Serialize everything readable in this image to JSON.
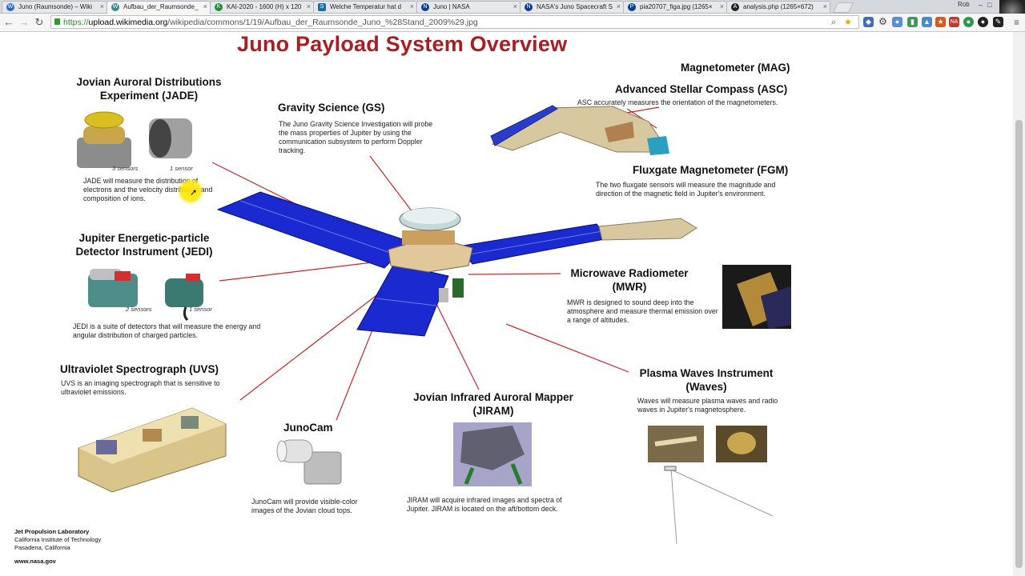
{
  "browser": {
    "tabs": [
      {
        "label": "Juno (Raumsonde) – Wiki",
        "favicon": "W"
      },
      {
        "label": "Aufbau_der_Raumsonde_",
        "favicon": "W"
      },
      {
        "label": "KAI-2020 - 1600 (H) x 120",
        "favicon": "K"
      },
      {
        "label": "Welche Temperatur hat d",
        "favicon": "S"
      },
      {
        "label": "Juno | NASA",
        "favicon": "N"
      },
      {
        "label": "NASA's Juno Spacecraft S",
        "favicon": "N"
      },
      {
        "label": "pia20707_figa.jpg (1265×",
        "favicon": "P"
      },
      {
        "label": "analysis.php (1265×672)",
        "favicon": "A"
      }
    ],
    "active_tab": 1,
    "profile_name": "Rob",
    "url_scheme": "https://",
    "url_host": "upload.wikimedia.org",
    "url_path": "/wikipedia/commons/1/19/Aufbau_der_Raumsonde_Juno_%28Stand_2009%29.jpg",
    "accent_color": "#a81e22"
  },
  "poster": {
    "title": "Juno Payload System Overview",
    "jade": {
      "heading": "Jovian Auroral Distributions Experiment (JADE)",
      "caption_left": "3 sensors",
      "caption_right": "1 sensor",
      "description": "JADE will measure the distribution of electrons and the velocity distribution and composition of ions."
    },
    "gs": {
      "heading": "Gravity Science (GS)",
      "description": "The Juno Gravity Science Investigation will probe the mass properties of Jupiter by using the communication subsystem to perform Doppler tracking."
    },
    "mag": {
      "heading": "Magnetometer (MAG)"
    },
    "asc": {
      "heading": "Advanced Stellar Compass (ASC)",
      "description": "ASC accurately measures the orientation of the magnetometers."
    },
    "fgm": {
      "heading": "Fluxgate Magnetometer (FGM)",
      "description": "The two fluxgate sensors will measure the magnitude and direction of the magnetic field in Jupiter's environment."
    },
    "jedi": {
      "heading": "Jupiter Energetic-particle Detector Instrument (JEDI)",
      "caption_left": "2 sensors",
      "caption_right": "1 sensor",
      "description": "JEDI is a suite of detectors that will measure the energy and angular distribution of charged particles."
    },
    "mwr": {
      "heading": "Microwave Radiometer (MWR)",
      "description": "MWR is designed to sound deep into the atmosphere and measure thermal emission over a range of altitudes."
    },
    "uvs": {
      "heading": "Ultraviolet Spectrograph (UVS)",
      "description": "UVS is an imaging spectrograph that is sensitive to ultraviolet emissions."
    },
    "waves": {
      "heading": "Plasma Waves Instrument (Waves)",
      "description": "Waves will measure plasma waves and radio waves in Jupiter's magnetosphere."
    },
    "jiram": {
      "heading": "Jovian Infrared Auroral Mapper (JIRAM)",
      "description": "JIRAM will acquire infrared images and spectra of Jupiter. JIRAM is located on the aft/bottom deck."
    },
    "junocam": {
      "heading": "JunoCam",
      "description": "JunoCam will provide visible-color images of the Jovian cloud tops."
    },
    "footer": {
      "org": "Jet Propulsion Laboratory",
      "inst": "California Institute of Technology",
      "city": "Pasadena, California",
      "site": "www.nasa.gov"
    }
  }
}
